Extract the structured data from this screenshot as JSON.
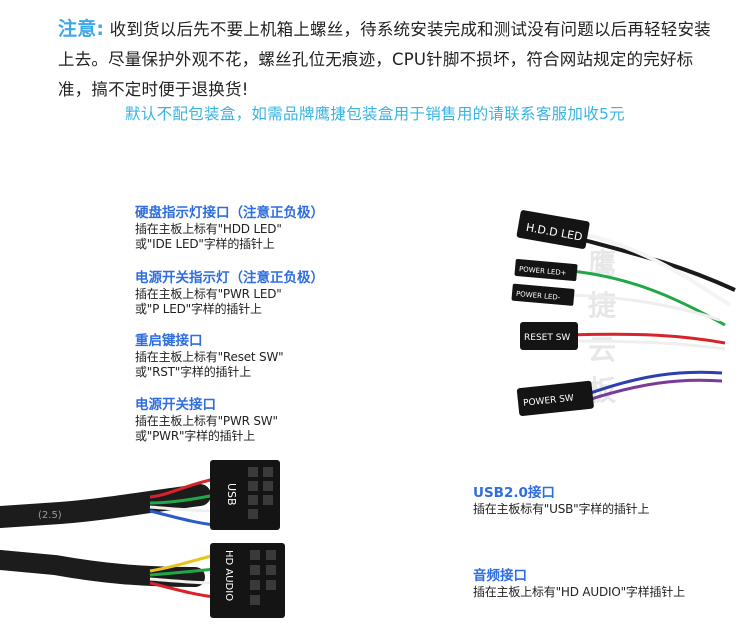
{
  "notice": {
    "label": "注意:",
    "text": "收到货以后先不要上机箱上螺丝，待系统安装完成和测试没有问题以后再轻轻安装上去。尽量保护外观不花，螺丝孔位无痕迹，CPU针脚不损坏，符合网站规定的完好标准，搞不定时便于退换货!"
  },
  "packaging_note": "默认不配包装盒，如需品牌鹰捷包装盒用于销售用的请联系客服加收5元",
  "left_items": [
    {
      "title": "硬盘指示灯接口（注意正负极）",
      "line1": "插在主板上标有\"HDD LED\"",
      "line2": "或\"IDE LED\"字样的插针上"
    },
    {
      "title": "电源开关指示灯（注意正负极）",
      "line1": "插在主板上标有\"PWR LED\"",
      "line2": "或\"P LED\"字样的插针上"
    },
    {
      "title": "重启键接口",
      "line1": "插在主板上标有\"Reset SW\"",
      "line2": "或\"RST\"字样的插针上"
    },
    {
      "title": "电源开关接口",
      "line1": "插在主板上标有\"PWR SW\"",
      "line2": "或\"PWR\"字样的插针上"
    }
  ],
  "right_items": [
    {
      "title": "USB2.0接口",
      "line1": "插在主板标有\"USB\"字样的插针上"
    },
    {
      "title": "音频接口",
      "line1": "插在主板上标有\"HD AUDIO\"字样插针上"
    }
  ],
  "connector_labels": {
    "hdd": "H.D.D LED",
    "pled_plus": "POWER LED+",
    "pled_minus": "POWER LED-",
    "reset": "RESET SW",
    "power": "POWER SW",
    "usb": "USB",
    "audio": "HD AUDIO",
    "cable_print": "(2.5)"
  },
  "watermark": "鹰捷云板",
  "colors": {
    "accent_blue": "#2f6ee0",
    "light_blue": "#37b4e2",
    "connector_black": "#141414"
  }
}
